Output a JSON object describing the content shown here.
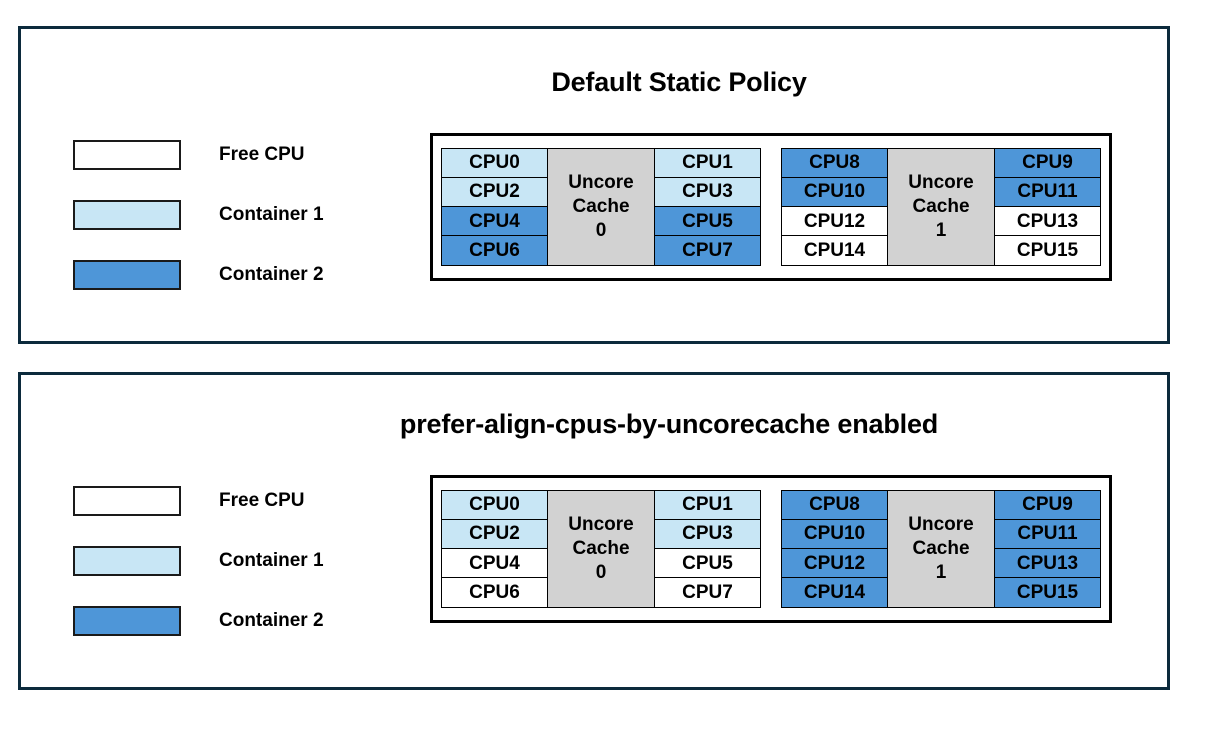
{
  "colors": {
    "free_cpu": "#FFFFFF",
    "container1": "#C8E6F5",
    "container2": "#4E96D8",
    "uncore_cache": "#D2D2D2",
    "panel_border": "#0C2A3C",
    "cell_border": "#000000",
    "text": "#000000"
  },
  "legend": {
    "items": [
      {
        "label": "Free CPU",
        "color_key": "free_cpu"
      },
      {
        "label": "Container 1",
        "color_key": "container1"
      },
      {
        "label": "Container 2",
        "color_key": "container2"
      }
    ]
  },
  "panels": [
    {
      "id": "default-static-policy",
      "title": "Default Static Policy",
      "legend": {
        "items": [
          {
            "label": "Free CPU",
            "color_key": "free_cpu"
          },
          {
            "label": "Container 1",
            "color_key": "container1"
          },
          {
            "label": "Container 2",
            "color_key": "container2"
          }
        ]
      },
      "cache_groups": [
        {
          "cache_label_line1": "Uncore",
          "cache_label_line2": "Cache",
          "cache_label_line3": "0",
          "left_column": [
            {
              "label": "CPU0",
              "state": "container1"
            },
            {
              "label": "CPU2",
              "state": "container1"
            },
            {
              "label": "CPU4",
              "state": "container2"
            },
            {
              "label": "CPU6",
              "state": "container2"
            }
          ],
          "right_column": [
            {
              "label": "CPU1",
              "state": "container1"
            },
            {
              "label": "CPU3",
              "state": "container1"
            },
            {
              "label": "CPU5",
              "state": "container2"
            },
            {
              "label": "CPU7",
              "state": "container2"
            }
          ]
        },
        {
          "cache_label_line1": "Uncore",
          "cache_label_line2": "Cache",
          "cache_label_line3": "1",
          "left_column": [
            {
              "label": "CPU8",
              "state": "container2"
            },
            {
              "label": "CPU10",
              "state": "container2"
            },
            {
              "label": "CPU12",
              "state": "free_cpu"
            },
            {
              "label": "CPU14",
              "state": "free_cpu"
            }
          ],
          "right_column": [
            {
              "label": "CPU9",
              "state": "container2"
            },
            {
              "label": "CPU11",
              "state": "container2"
            },
            {
              "label": "CPU13",
              "state": "free_cpu"
            },
            {
              "label": "CPU15",
              "state": "free_cpu"
            }
          ]
        }
      ]
    },
    {
      "id": "prefer-align-cpus-by-uncorecache-enabled",
      "title": "prefer-align-cpus-by-uncorecache enabled",
      "legend": {
        "items": [
          {
            "label": "Free CPU",
            "color_key": "free_cpu"
          },
          {
            "label": "Container 1",
            "color_key": "container1"
          },
          {
            "label": "Container 2",
            "color_key": "container2"
          }
        ]
      },
      "cache_groups": [
        {
          "cache_label_line1": "Uncore",
          "cache_label_line2": "Cache",
          "cache_label_line3": "0",
          "left_column": [
            {
              "label": "CPU0",
              "state": "container1"
            },
            {
              "label": "CPU2",
              "state": "container1"
            },
            {
              "label": "CPU4",
              "state": "free_cpu"
            },
            {
              "label": "CPU6",
              "state": "free_cpu"
            }
          ],
          "right_column": [
            {
              "label": "CPU1",
              "state": "container1"
            },
            {
              "label": "CPU3",
              "state": "container1"
            },
            {
              "label": "CPU5",
              "state": "free_cpu"
            },
            {
              "label": "CPU7",
              "state": "free_cpu"
            }
          ]
        },
        {
          "cache_label_line1": "Uncore",
          "cache_label_line2": "Cache",
          "cache_label_line3": "1",
          "left_column": [
            {
              "label": "CPU8",
              "state": "container2"
            },
            {
              "label": "CPU10",
              "state": "container2"
            },
            {
              "label": "CPU12",
              "state": "container2"
            },
            {
              "label": "CPU14",
              "state": "container2"
            }
          ],
          "right_column": [
            {
              "label": "CPU9",
              "state": "container2"
            },
            {
              "label": "CPU11",
              "state": "container2"
            },
            {
              "label": "CPU13",
              "state": "container2"
            },
            {
              "label": "CPU15",
              "state": "container2"
            }
          ]
        }
      ]
    }
  ]
}
